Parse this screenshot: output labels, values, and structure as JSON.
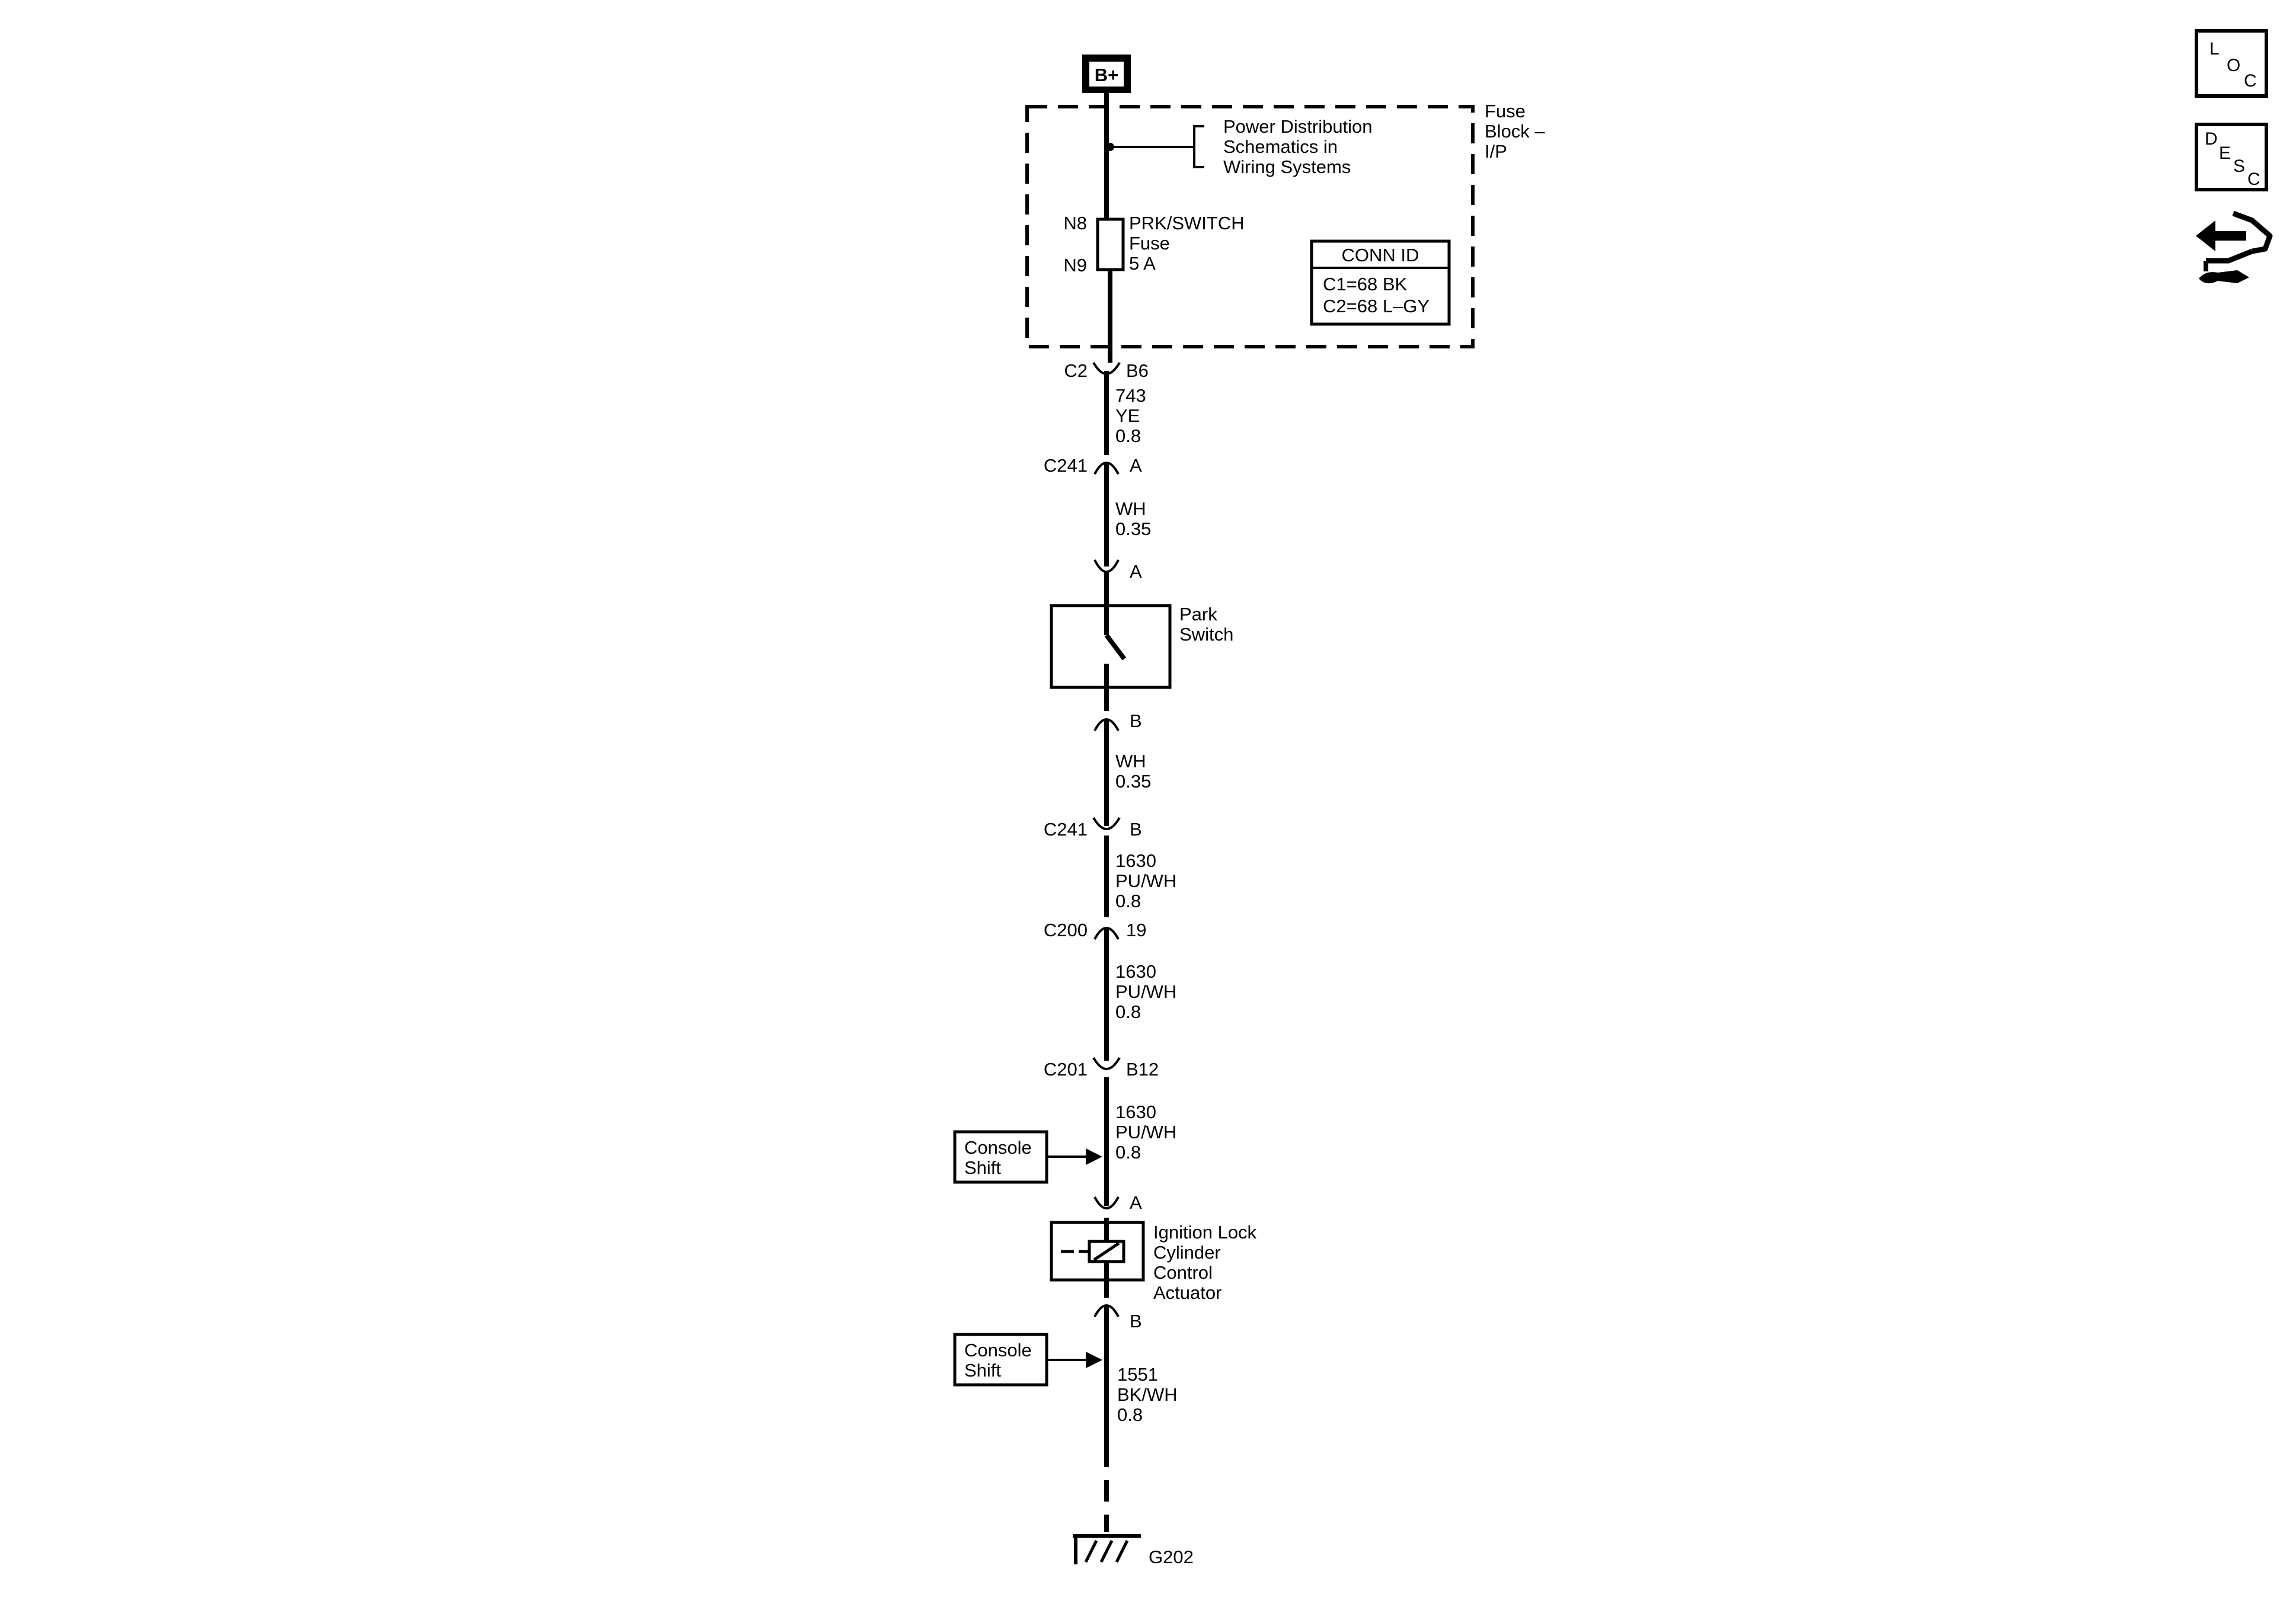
{
  "battery": {
    "label": "B+"
  },
  "fuse_block": {
    "name": "Fuse Block – I/P",
    "name_lines": [
      "Fuse",
      "Block –",
      "I/P"
    ],
    "power_ref_lines": [
      "Power Distribution",
      "Schematics in",
      "Wiring  Systems"
    ],
    "fuse": {
      "pin_top": "N8",
      "pin_bottom": "N9",
      "label_lines": [
        "PRK/SWITCH",
        "Fuse",
        "5 A"
      ]
    },
    "conn_id": {
      "title": "CONN ID",
      "lines": [
        "C1=68 BK",
        "C2=68 L–GY"
      ]
    }
  },
  "connectors": {
    "c2": {
      "name": "C2",
      "pin": "B6"
    },
    "c241_a": {
      "name": "C241",
      "pin": "A"
    },
    "switch_a": {
      "pin": "A"
    },
    "switch_b": {
      "pin": "B"
    },
    "c241_b": {
      "name": "C241",
      "pin": "B"
    },
    "c200": {
      "name": "C200",
      "pin": "19"
    },
    "c201": {
      "name": "C201",
      "pin": "B12"
    },
    "actuator_a": {
      "pin": "A"
    },
    "actuator_b": {
      "pin": "B"
    }
  },
  "wires": {
    "w1": [
      "743",
      "YE",
      "0.8"
    ],
    "w2": [
      "WH",
      "0.35"
    ],
    "w3": [
      "WH",
      "0.35"
    ],
    "w4": [
      "1630",
      "PU/WH",
      "0.8"
    ],
    "w5": [
      "1630",
      "PU/WH",
      "0.8"
    ],
    "w6": [
      "1630",
      "PU/WH",
      "0.8"
    ],
    "w7": [
      "1551",
      "BK/WH",
      "0.8"
    ]
  },
  "park_switch": {
    "label_lines": [
      "Park",
      "Switch"
    ]
  },
  "actuator": {
    "label_lines": [
      "Ignition Lock",
      "Cylinder",
      "Control",
      "Actuator"
    ]
  },
  "console_shift_1": {
    "label_lines": [
      "Console",
      "Shift"
    ]
  },
  "console_shift_2": {
    "label_lines": [
      "Console",
      "Shift"
    ]
  },
  "ground": {
    "label": "G202"
  },
  "side_icons": {
    "loc": {
      "letters": [
        "L",
        "O",
        "C"
      ],
      "icon": "location-icon"
    },
    "desc": {
      "letters": [
        "D",
        "E",
        "S",
        "C"
      ],
      "icon": "description-icon"
    },
    "tool": {
      "icon": "hand-wrench-icon"
    }
  }
}
